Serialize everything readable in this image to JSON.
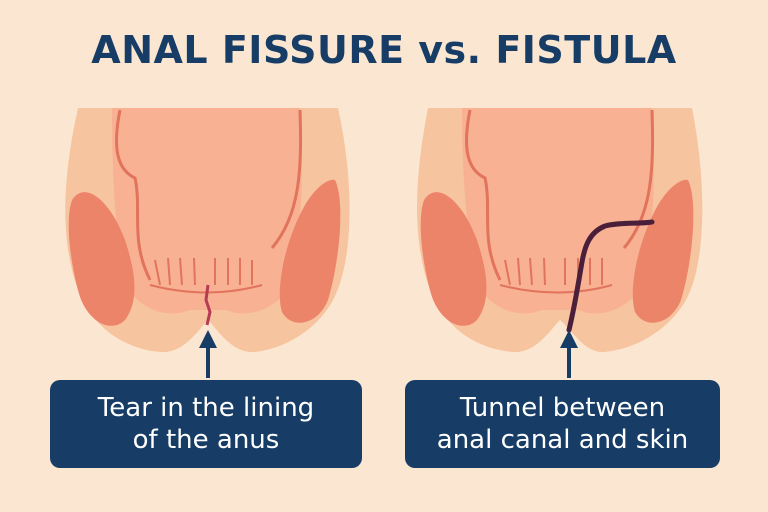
{
  "title": "ANAL FISSURE vs. FISTULA",
  "colors": {
    "background": "#fbe7d1",
    "navy": "#173d66",
    "skin": "#f7c4a0",
    "skin_inner": "#f8b193",
    "muscle": "#ec846a",
    "outline": "#e2735c",
    "tract": "#4a1f3a"
  },
  "panels": [
    {
      "condition": "fissure",
      "callout_lines": [
        "Tear in the lining",
        "of the anus"
      ]
    },
    {
      "condition": "fistula",
      "callout_lines": [
        "Tunnel between",
        "anal canal and skin"
      ]
    }
  ]
}
